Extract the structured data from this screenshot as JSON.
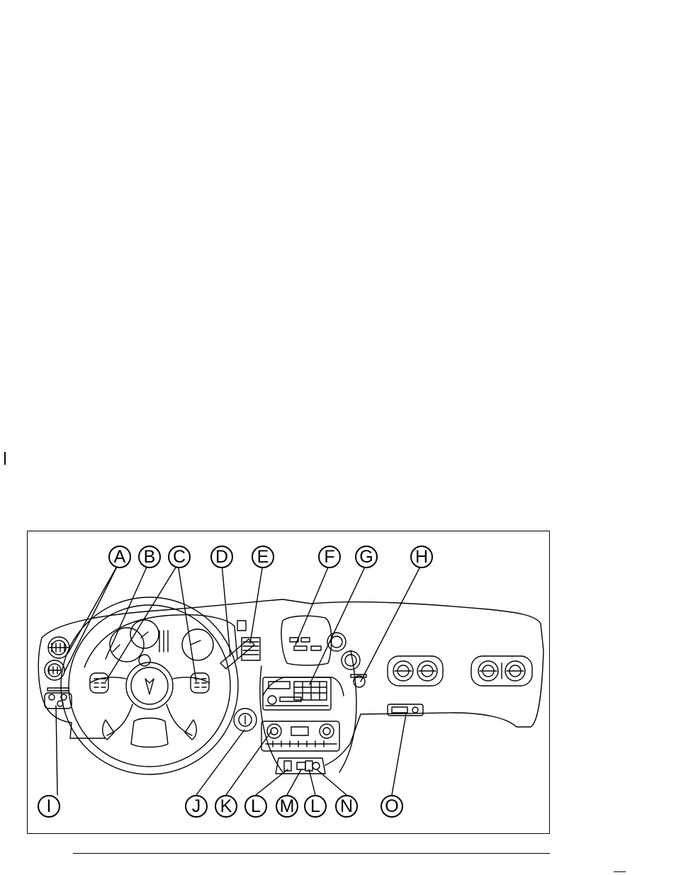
{
  "figure": {
    "callouts": {
      "A": "A",
      "B": "B",
      "C": "C",
      "D": "D",
      "E": "E",
      "F": "F",
      "G": "G",
      "H": "H",
      "I": "I",
      "J": "J",
      "K": "K",
      "L1": "L",
      "M": "M",
      "L2": "L",
      "N": "N",
      "O": "O"
    }
  }
}
